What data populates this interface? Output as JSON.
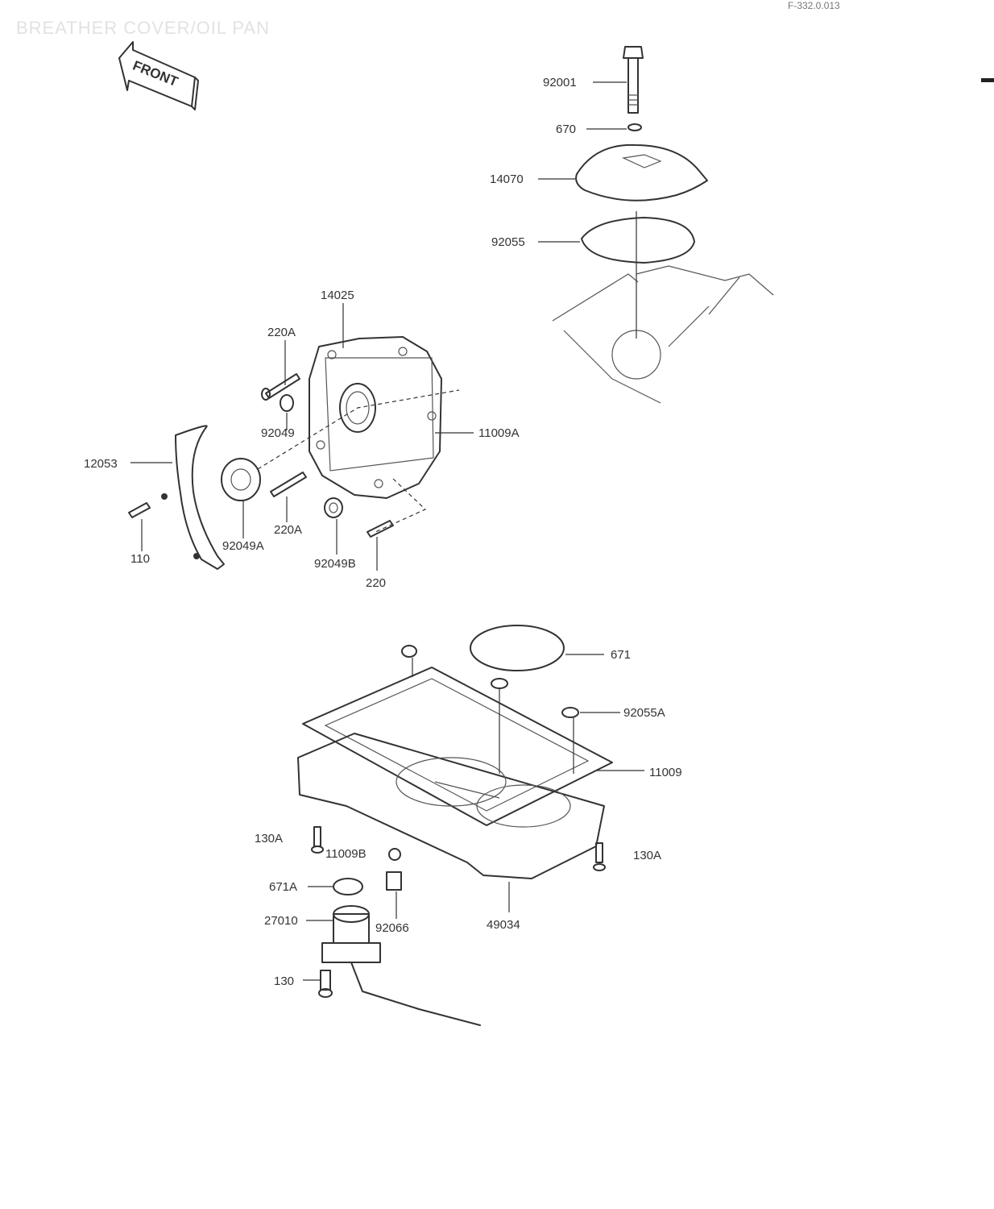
{
  "header": {
    "title": "BREATHER COVER/OIL PAN",
    "code": "F-332.0.013"
  },
  "front_arrow": {
    "label": "FRONT"
  },
  "parts": {
    "p92001": "92001",
    "p670": "670",
    "p14070": "14070",
    "p92055": "92055",
    "p14025": "14025",
    "p220A_top": "220A",
    "p92049": "92049",
    "p11009A": "11009A",
    "p12053": "12053",
    "p110": "110",
    "p92049A": "92049A",
    "p220A_mid": "220A",
    "p92049B": "92049B",
    "p220": "220",
    "p671": "671",
    "p92055A": "92055A",
    "p11009": "11009",
    "p130A_left": "130A",
    "p11009B": "11009B",
    "p130A_right": "130A",
    "p671A": "671A",
    "p27010": "27010",
    "p92066": "92066",
    "p49034": "49034",
    "p130": "130"
  }
}
